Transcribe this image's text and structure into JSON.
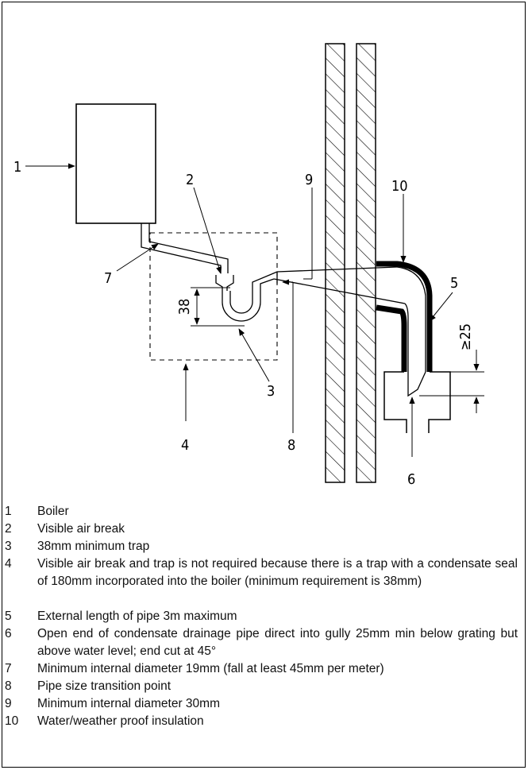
{
  "callouts": {
    "c1": "1",
    "c2": "2",
    "c3": "3",
    "c4": "4",
    "c5": "5",
    "c6": "6",
    "c7": "7",
    "c8": "8",
    "c9": "9",
    "c10": "10",
    "dim_trap": "38",
    "dim_grating": "≥25"
  },
  "legend": [
    {
      "num": "1",
      "text": "Boiler"
    },
    {
      "num": "2",
      "text": "Visible air break"
    },
    {
      "num": "3",
      "text": "38mm minimum trap"
    },
    {
      "num": "4",
      "text": "Visible air break and trap is not required because there is a trap with a condensate seal of 180mm incorporated into the boiler (minimum requirement is 38mm)"
    },
    {
      "num": "5",
      "text": "External length of pipe 3m maximum"
    },
    {
      "num": "6",
      "text": "Open end of condensate drainage pipe direct into gully 25mm min below grating but above water level; end cut at 45°"
    },
    {
      "num": "7",
      "text": "Minimum internal diameter 19mm (fall at least 45mm per meter)"
    },
    {
      "num": "8",
      "text": "Pipe size transition point"
    },
    {
      "num": "9",
      "text": "Minimum internal diameter 30mm"
    },
    {
      "num": "10",
      "text": "Water/weather proof insulation"
    }
  ]
}
